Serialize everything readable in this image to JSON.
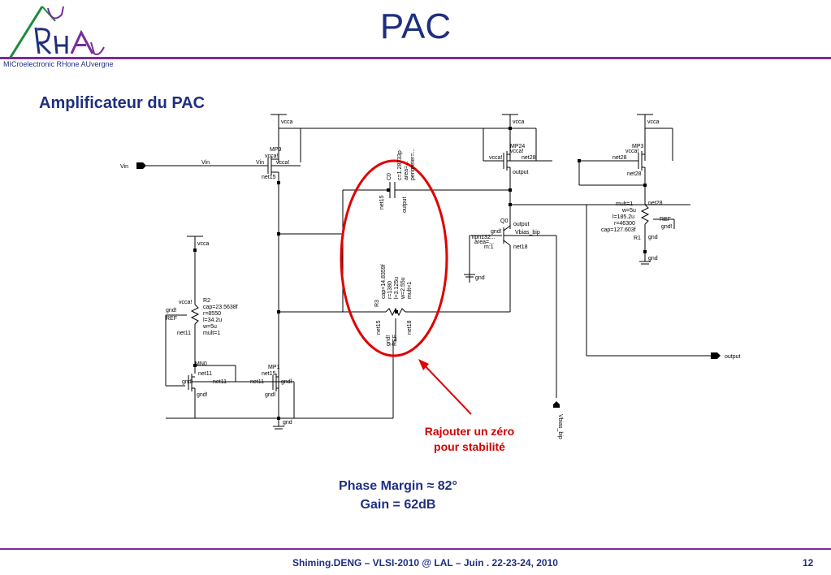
{
  "title": "PAC",
  "subtitle": "Amplificateur du PAC",
  "logo": {
    "tagline": "MICroelectronic RHone AUvergne"
  },
  "annotation": {
    "line1": "Rajouter un zéro",
    "line2": "pour stabilité"
  },
  "results": {
    "phase_margin": "Phase Margin ≈ 82°",
    "gain": "Gain = 62dB"
  },
  "footer": {
    "text": "Shiming.DENG – VLSI-2010 @ LAL – Juin . 22-23-24, 2010",
    "page": "12"
  },
  "schematic": {
    "vin_pin": "Vin",
    "vin_wire": "Vin",
    "output_pin": "output",
    "vbias_pin": "Vbias_bip",
    "vcca": "vcca",
    "gnd": "gnd",
    "mp9": {
      "name": "MP9",
      "s": "vcca!",
      "g": "Vin",
      "b": "vcca!",
      "d": "net15"
    },
    "mp24": {
      "name": "MP24",
      "s": "vcca!",
      "g": "vcca!",
      "gn": "net28",
      "d": "output"
    },
    "mp3": {
      "name": "MP3",
      "s": "vcca!",
      "g": "net28",
      "d": "net28"
    },
    "c0": {
      "name": "C0",
      "p1": "c=1.28733p",
      "p2": "area=...",
      "p3": "perimeter=...",
      "l": "net15",
      "r": "output"
    },
    "q0": {
      "name": "Q0",
      "c": "output",
      "b": "Vbias_bip",
      "e": "net18",
      "p1": "\"npn132...",
      "p2": "area=...",
      "p3": "m:1",
      "sub": "gnd!"
    },
    "r1": {
      "name": "R1",
      "p1": "mult=1",
      "p2": "w=5u",
      "p3": "l=185.2u",
      "p4": "r=46300",
      "p5": "cap=127.603f",
      "top": "net28",
      "ref": "REF",
      "gnd": "gnd!",
      "bot": "gnd"
    },
    "r3": {
      "name": "R3",
      "p1": "cap=14.8359f",
      "p2": "r=1380",
      "p3": "l=3.125u",
      "p4": "w=2.55u",
      "p5": "mult=1",
      "l": "net15",
      "r": "net18",
      "ref": "REF",
      "gnd": "gnd!"
    },
    "r2": {
      "name": "R2",
      "p1": "cap=23.5638f",
      "p2": "r=8550",
      "p3": "l=34.2u",
      "p4": "w=5u",
      "p5": "mult=1",
      "top": "vcca!",
      "ref": "REF",
      "gnd": "gnd!",
      "bot": "net11"
    },
    "mn0": {
      "name": "MN0",
      "d": "net11",
      "g": "gndl",
      "s": "gnd!",
      "gr": "net11"
    },
    "mp1": {
      "name": "MP1",
      "d": "net15",
      "g": "net11",
      "b": "gndl",
      "s": "gnd!"
    }
  }
}
